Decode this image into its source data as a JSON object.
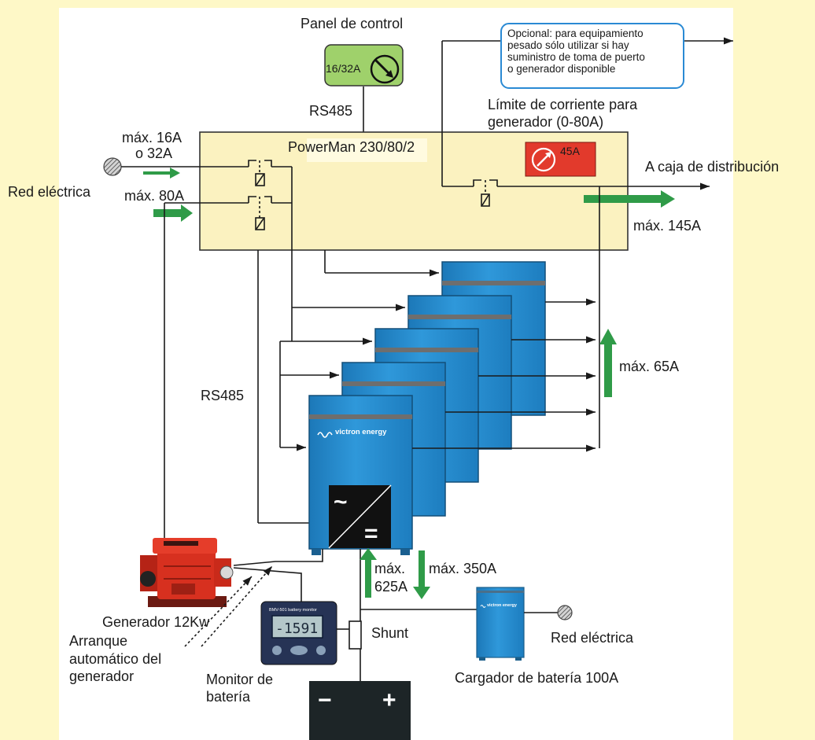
{
  "panel": {
    "title": "Panel de control",
    "rating": "16/32A",
    "bus_label": "RS485"
  },
  "optional_note": {
    "lines": [
      "Opcional: para equipamiento",
      "pesado sólo utilizar si hay",
      "suministro de toma de puerto",
      "o generador disponible"
    ]
  },
  "current_limit": {
    "lines": [
      "Límite de corriente para",
      "generador (0-80A)"
    ],
    "setting": "45A"
  },
  "powerman": {
    "label": "PowerMan 230/80/2"
  },
  "distribution": {
    "label": "A caja de distribución",
    "max": "máx. 145A"
  },
  "shore_input": {
    "label": "Red eléctrica",
    "max_shore": [
      "máx. 16A",
      "o 32A"
    ],
    "max_generator": "máx. 80A"
  },
  "inverters": {
    "brand": "victron energy",
    "bus_label": "RS485",
    "max_out": "máx. 65A",
    "ac_symbol": "~",
    "dc_symbol": "="
  },
  "generator": {
    "label": "Generador 12Kw",
    "autostart": [
      "Arranque",
      "automático del",
      "generador"
    ]
  },
  "monitor": {
    "label": [
      "Monitor de",
      "batería"
    ],
    "display": "-1591",
    "model": "BMV-501 battery monitor"
  },
  "shunt": {
    "label": "Shunt"
  },
  "dc_flow": {
    "charge": [
      "máx.",
      "625A"
    ],
    "discharge": "máx. 350A"
  },
  "charger": {
    "label": "Cargador de batería 100A",
    "grid_label": "Red eléctrica",
    "brand": "victron energy"
  },
  "battery": {
    "negative": "−",
    "positive": "+"
  },
  "icons": {
    "shore_socket": "shore-power-socket-icon",
    "dial": "gauge-dial-icon",
    "relay": "relay-contact-icon"
  },
  "colors": {
    "background": "#fef8c7",
    "powerman_fill": "#fbf2c0",
    "panel_green": "#9fd16b",
    "limit_red": "#e23a2c",
    "note_border": "#2a8ad4",
    "inverter_blue": "#2b8fd1",
    "flow_green": "#2f9b48",
    "battery_dark": "#1d2527"
  }
}
